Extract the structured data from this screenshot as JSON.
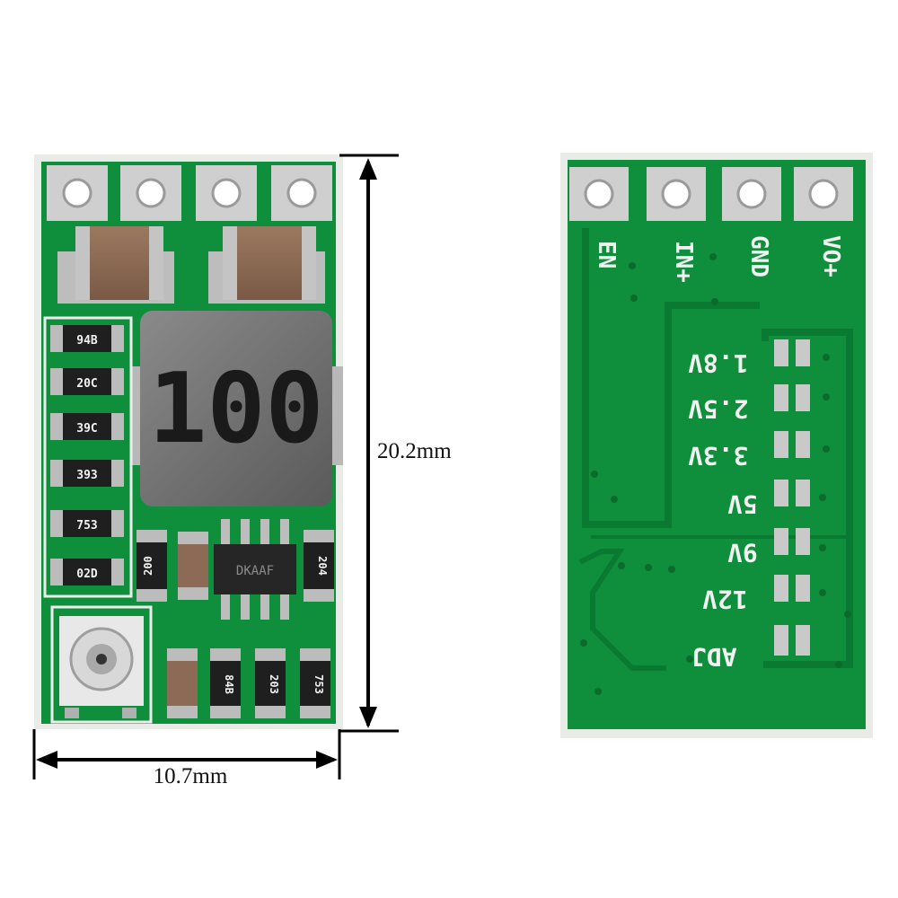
{
  "dimensions": {
    "height_label": "20.2mm",
    "width_label": "10.7mm"
  },
  "front": {
    "inductor_marking": "100",
    "ic_marking": "DKAAF",
    "left_resistors": [
      "94B",
      "20C",
      "39C",
      "393",
      "753",
      "02D"
    ],
    "middle_resistor": "200",
    "right_resistor": "204",
    "bottom_resistors": [
      "84B",
      "203",
      "753"
    ]
  },
  "back": {
    "pins": [
      "EN",
      "IN+",
      "GND",
      "VO+"
    ],
    "voltages": [
      "1.8V",
      "2.5V",
      "3.3V",
      "5V",
      "9V",
      "12V",
      "ADJ"
    ]
  },
  "colors": {
    "pcb": "#0f8f3c",
    "pcb_dark": "#0a7a32",
    "silkscreen": "#f2f2f2",
    "capacitor": "#8c6a55",
    "inductor": "#6f6f6f",
    "pad": "#c9c9c9"
  }
}
